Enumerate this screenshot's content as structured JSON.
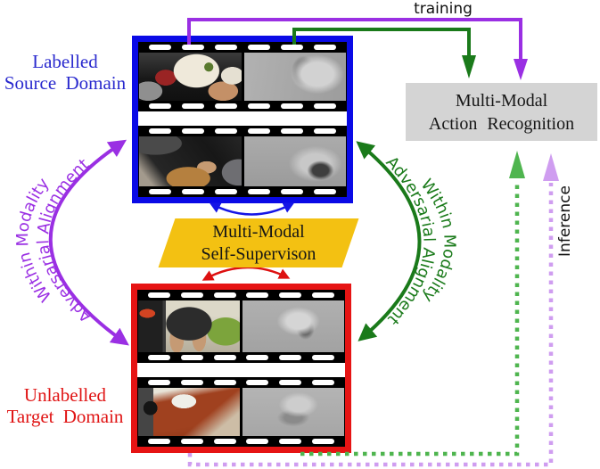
{
  "training_label": "training",
  "inference_label": "Inference",
  "source": {
    "label_line1": "Labelled",
    "label_line2": "Source Domain"
  },
  "target": {
    "label_line1": "Unlabelled",
    "label_line2": "Target Domain"
  },
  "recognition_box": {
    "line1": "Multi-Modal",
    "line2": "Action Recognition"
  },
  "self_supervision": {
    "line1": "Multi-Modal",
    "line2": "Self-Supervison"
  },
  "adversarial_left": {
    "line1": "Within Modality",
    "line2": "Adversarial Alignment"
  },
  "adversarial_right": {
    "line1": "Within Modality",
    "line2": "Adversarial Alignment"
  },
  "colors": {
    "source_blue": "#0a0ae6",
    "source_text_blue": "#2a2ace",
    "target_red": "#e61414",
    "target_text_red": "#e01414",
    "training_purple": "#9a2fe3",
    "adversarial_green": "#1a7a1a",
    "inference_dotted_green": "#4fb54f",
    "inference_dotted_purple": "#cf9df0",
    "self_supervision_yellow": "#f3c112",
    "recognition_gray": "#d4d4d4",
    "modality_arrow_blue": "#1515e6",
    "modality_arrow_red": "#dd1111"
  }
}
